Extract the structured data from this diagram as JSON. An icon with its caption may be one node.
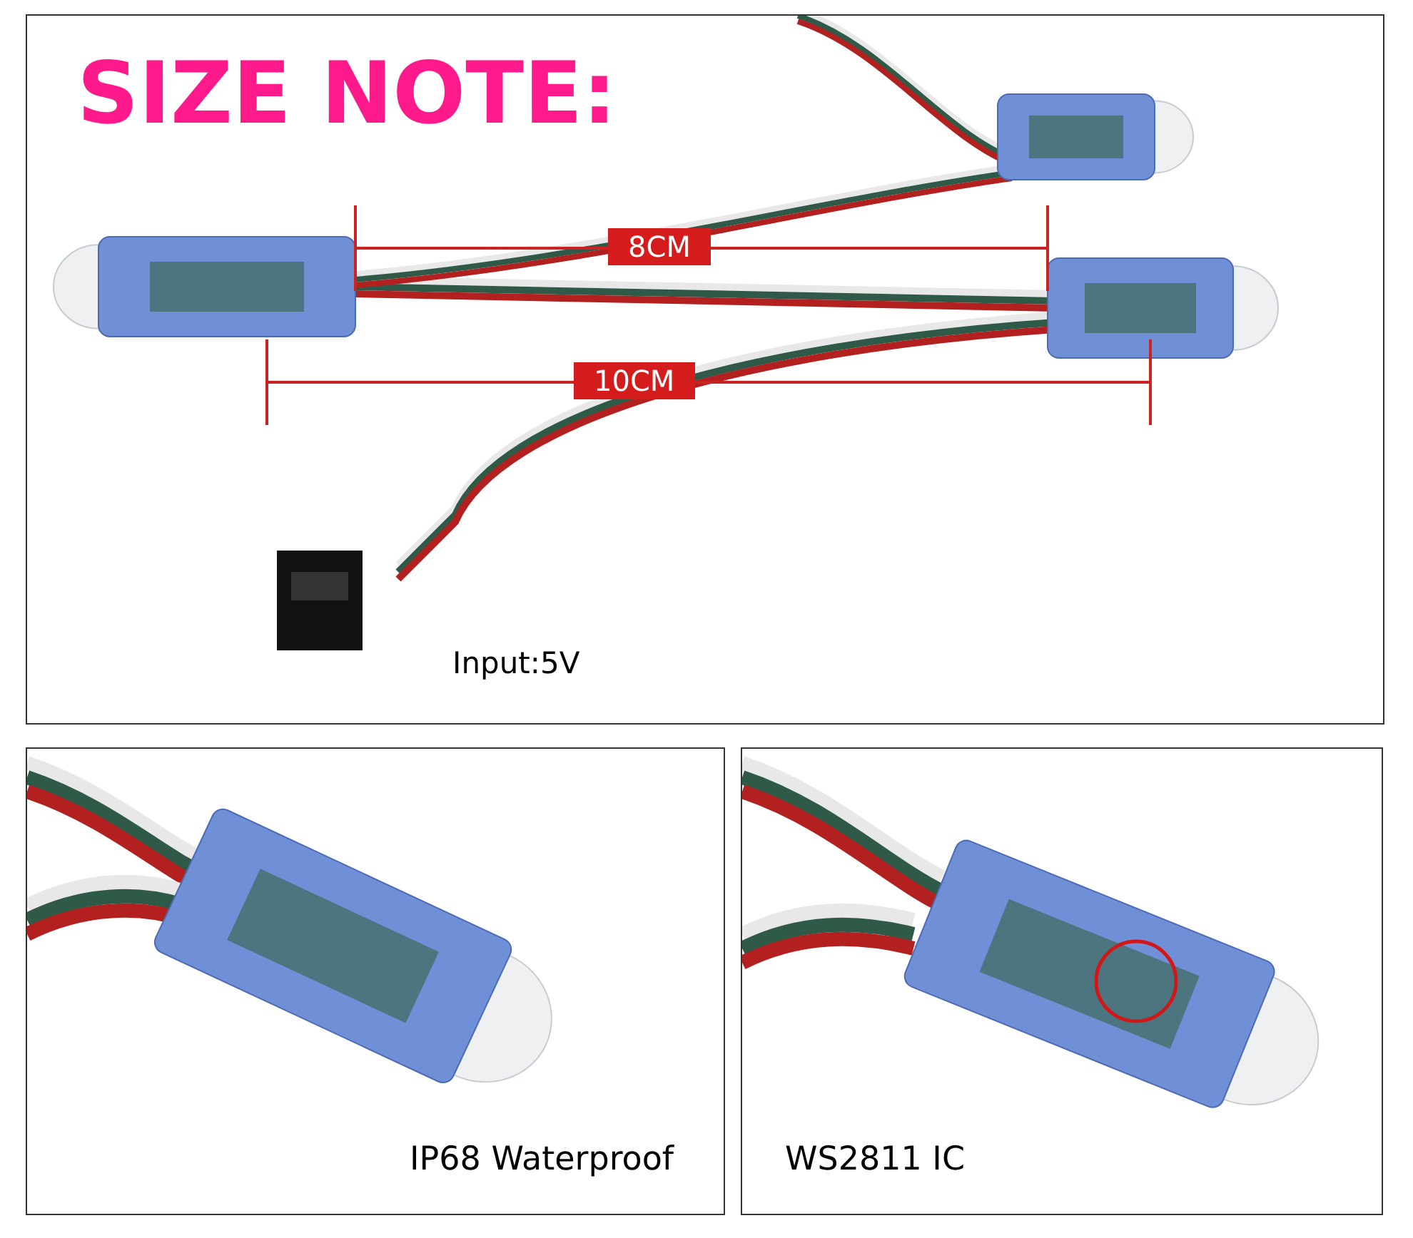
{
  "diagram": {
    "title": "SIZE NOTE:",
    "labels": [
      "8CM",
      "10CM",
      "Input:5V",
      "IP68 Waterproof",
      "WS2811 IC"
    ]
  }
}
